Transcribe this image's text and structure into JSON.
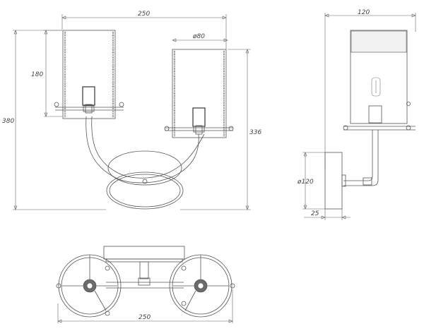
{
  "dimensions": {
    "front_width": "250",
    "shade_diameter": "ø80",
    "shade_height": "180",
    "total_height": "380",
    "arm_height": "336",
    "side_depth": "120",
    "backplate_diameter": "ø120",
    "backplate_depth": "25",
    "top_width": "250"
  },
  "colors": {
    "line": "#555555",
    "background": "#ffffff"
  }
}
